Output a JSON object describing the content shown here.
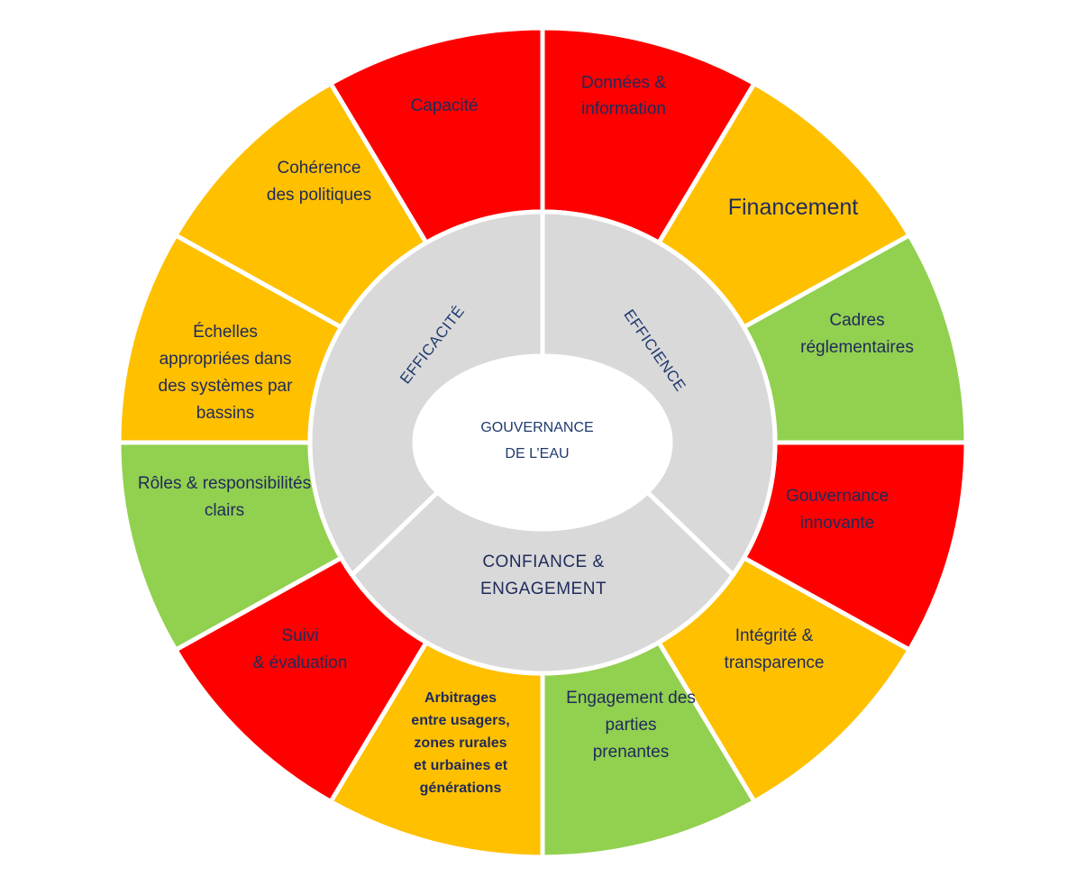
{
  "colors": {
    "red": "#ff0000",
    "orange": "#ffc000",
    "green": "#92d050",
    "inner_ring": "#d9d9d9",
    "center": "#ffffff",
    "text_dark": "#1f2a5a"
  },
  "center": {
    "lines": [
      "GOUVERNANCE",
      "DE L’EAU"
    ]
  },
  "middle_ring": [
    {
      "name": "efficacite",
      "lines": [
        "EFFICACITÉ"
      ]
    },
    {
      "name": "efficience",
      "lines": [
        "EFFICIENCE"
      ]
    },
    {
      "name": "confiance",
      "lines": [
        "CONFIANCE  &",
        "ENGAGEMENT"
      ]
    }
  ],
  "outer_ring": [
    {
      "name": "donnees",
      "color": "red",
      "lines": [
        "Données &",
        "information"
      ]
    },
    {
      "name": "financement",
      "color": "orange",
      "lines": [
        "Financement"
      ]
    },
    {
      "name": "cadres",
      "color": "green",
      "lines": [
        "Cadres",
        "réglementaires"
      ]
    },
    {
      "name": "gouvernance-innovante",
      "color": "red",
      "lines": [
        "Gouvernance",
        "innovante"
      ]
    },
    {
      "name": "integrite",
      "color": "orange",
      "lines": [
        "Intégrité &",
        "transparence"
      ]
    },
    {
      "name": "engagement-parties",
      "color": "green",
      "lines": [
        "Engagement des",
        "parties",
        "prenantes"
      ]
    },
    {
      "name": "arbitrages",
      "color": "orange",
      "lines": [
        "Arbitrages",
        "entre usagers,",
        "zones rurales",
        "et urbaines et",
        "générations"
      ]
    },
    {
      "name": "suivi",
      "color": "red",
      "lines": [
        "Suivi",
        "& évaluation"
      ]
    },
    {
      "name": "roles",
      "color": "green",
      "lines": [
        "Rôles & responsibilités",
        "clairs"
      ]
    },
    {
      "name": "echelles",
      "color": "orange",
      "lines": [
        "Échelles",
        "appropriées dans",
        "des systèmes par",
        "bassins"
      ]
    },
    {
      "name": "coherence",
      "color": "orange",
      "lines": [
        "Cohérence",
        "des politiques"
      ]
    },
    {
      "name": "capacite",
      "color": "red",
      "lines": [
        "Capacité"
      ]
    }
  ]
}
